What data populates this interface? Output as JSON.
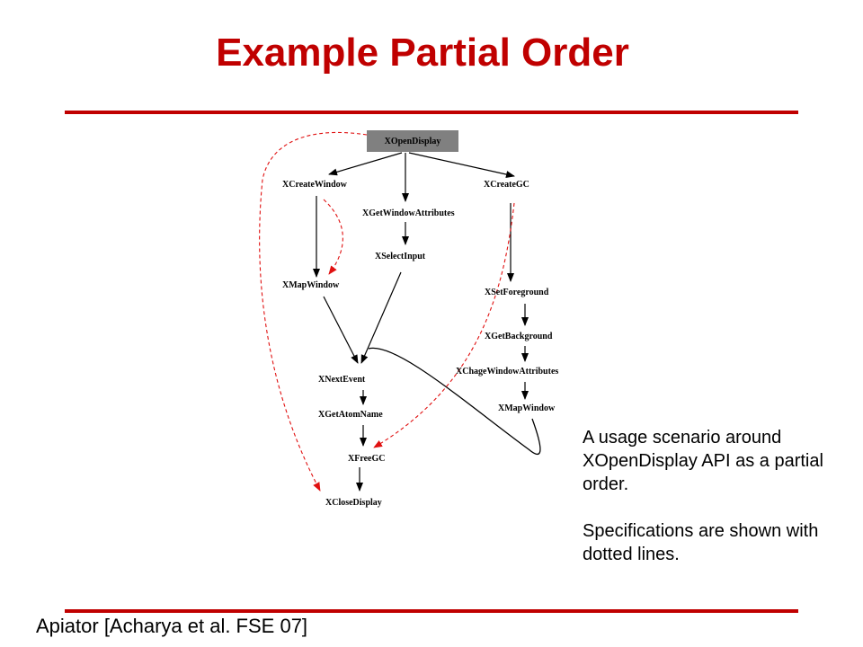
{
  "slide": {
    "title": "Example Partial Order",
    "footer": "Apiator [Acharya et al. FSE 07]",
    "caption": [
      "A usage scenario around XOpenDisplay API as a partial order.",
      "Specifications are shown with dotted lines."
    ]
  },
  "diagram": {
    "root_fill": "#808080",
    "accent_color": "#c00000",
    "nodes": {
      "xopendisplay": "XOpenDisplay",
      "xcreatewindow": "XCreateWindow",
      "xgetwindowattributes": "XGetWindowAttributes",
      "xcreategc": "XCreateGC",
      "xselectinput": "XSelectInput",
      "xmapwindow_left": "XMapWindow",
      "xsetforeground": "XSetForeground",
      "xgetbackground": "XGetBackground",
      "xchagewindowattributes": "XChageWindowAttributes",
      "xnextevent": "XNextEvent",
      "xmapwindow_right": "XMapWindow",
      "xgetatomname": "XGetAtomName",
      "xfreegc": "XFreeGC",
      "xclosedisplay": "XCloseDisplay"
    }
  }
}
